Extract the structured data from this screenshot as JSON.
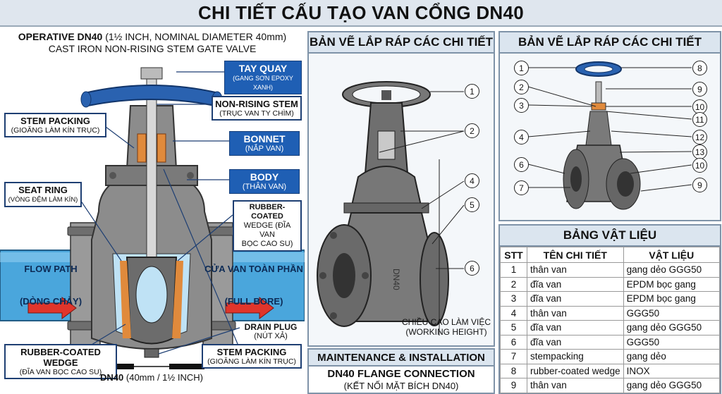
{
  "title": "CHI TIẾT CẤU TẠO VAN CỔNG DN40",
  "left": {
    "heading_bold": "OPERATIVE DN40",
    "heading_rest": " (1½ INCH, NOMINAL DIAMETER 40mm)",
    "subheading": "CAST IRON NON-RISING STEM GATE VALVE",
    "tay_quay": {
      "en": "TAY QUAY",
      "vi": "(GANG SƠN EPOXY XANH)"
    },
    "stem": {
      "en": "NON-RISING STEM",
      "vi": "(TRỤC VAN TY CHÌM)"
    },
    "bonnet": {
      "en": "BONNET",
      "vi": "(NẮP VAN)"
    },
    "body": {
      "en": "BODY",
      "vi": "(THÂN VAN)"
    },
    "stem_packing": {
      "en": "STEM PACKING",
      "vi": "(GIOĂNG LÀM KÍN TRỤC)"
    },
    "seat_ring": {
      "en": "SEAT RING",
      "vi": "(VÒNG ĐỆM LÀM KÍN)"
    },
    "rubber_wedge": {
      "en": "RUBBER-COATED WEDGE",
      "vi": "(ĐĨA VAN BỌC CAO SU)"
    },
    "rubber_wedge_r": {
      "l1": "RUBBER-COATED",
      "l2": "WEDGE (ĐĨA VAN",
      "l3": "BỌC CAO SU)"
    },
    "flow": {
      "l1": "FLOW PATH",
      "l2": "(DÒNG CHẢY)"
    },
    "bore": {
      "l1": "CỬA VAN TOÀN PHẦN",
      "l2": "(FULL BORE)"
    },
    "drain": {
      "en": "DRAIN PLUG",
      "vi": "(NÚT XẢ)"
    },
    "stem_packing2": {
      "en": "STEM PACKING",
      "vi": "(GIOĂNG LÀM KÍN TRỤC)"
    },
    "dim_bold": "DN40",
    "dim_rest": " (40mm / 1½ INCH)"
  },
  "middle": {
    "header": "BẢN VẼ LẮP RÁP CÁC CHI TIẾT",
    "callouts": [
      "1",
      "2",
      "4",
      "5",
      "6"
    ],
    "casting": "DN40",
    "height_label": {
      "vi": "CHIỀU CAO LÀM VIỆC",
      "en": "(WORKING HEIGHT)"
    },
    "maint_header": "MAINTENANCE & INSTALLATION",
    "flange": {
      "en": "DN40 FLANGE CONNECTION",
      "vi": "(KẾT NỐI MẶT BÍCH DN40)"
    }
  },
  "right_top": {
    "header": "BẢN VẼ LẮP RÁP CÁC CHI TIẾT",
    "left_nums": [
      "1",
      "2",
      "3",
      "4",
      "6",
      "7"
    ],
    "right_nums": [
      "8",
      "9",
      "10",
      "11",
      "12",
      "13",
      "10",
      "9"
    ]
  },
  "materials": {
    "header": "BẢNG VẬT LIỆU",
    "columns": [
      "STT",
      "TÊN CHI TIẾT",
      "VẬT LIỆU"
    ],
    "rows": [
      [
        "1",
        "thân van",
        "gang dẻo GGG50"
      ],
      [
        "2",
        "đĩa van",
        "EPDM bọc gang"
      ],
      [
        "3",
        "đĩa van",
        "EPDM bọc gang"
      ],
      [
        "4",
        "thân van",
        "GGG50"
      ],
      [
        "5",
        "đĩa van",
        "gang dẻo GGG50"
      ],
      [
        "6",
        "đĩa van",
        "GGG50"
      ],
      [
        "7",
        "stempacking",
        "gang dẻo"
      ],
      [
        "8",
        "rubber-coated wedge",
        "INOX"
      ],
      [
        "9",
        "thân van",
        "gang dẻo GGG50"
      ]
    ]
  },
  "colors": {
    "handwheel": "#2a62b0",
    "pipe": "#4aa6dc",
    "arrow": "#e0352b",
    "iron": "#8c8c8c",
    "rubber": "#e08a3c"
  }
}
